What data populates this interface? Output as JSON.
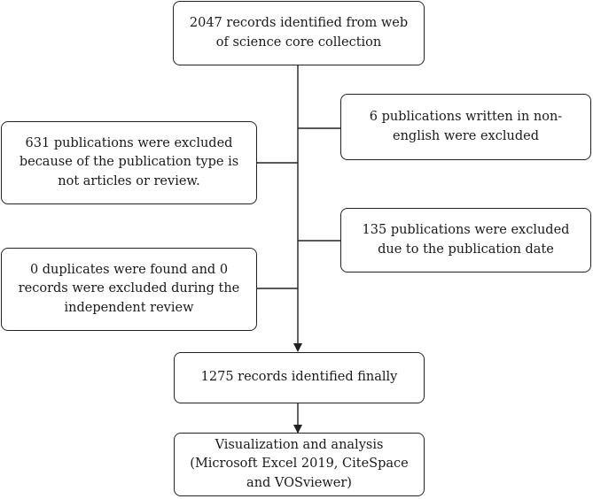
{
  "flowchart": {
    "start": "2047 records identified from web of science core collection",
    "exclusion_nonenglish": "6 publications written in non-english were excluded",
    "exclusion_type": "631 publications were excluded because of the publication type is not articles or review.",
    "exclusion_date": "135 publications were excluded due to the publication date",
    "exclusion_duplicates": "0 duplicates were found and 0 records were excluded during the independent review",
    "final_records": "1275 records identified finally",
    "analysis": "Visualization and analysis (Microsoft Excel 2019, CiteSpace and VOSviewer)"
  }
}
